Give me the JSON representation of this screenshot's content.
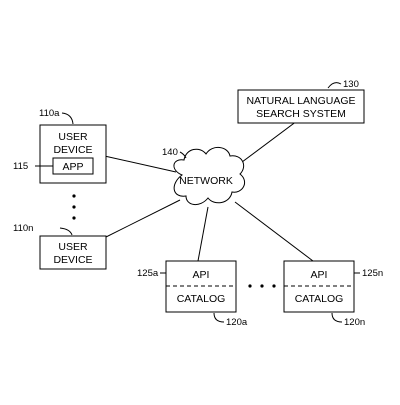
{
  "nodes": {
    "search_system": {
      "line1": "NATURAL LANGUAGE",
      "line2": "SEARCH SYSTEM",
      "ref": "130"
    },
    "network": {
      "label": "NETWORK",
      "ref": "140"
    },
    "user_device_a": {
      "line1": "USER",
      "line2": "DEVICE",
      "ref": "110a"
    },
    "app": {
      "label": "APP",
      "ref": "115"
    },
    "user_device_n": {
      "line1": "USER",
      "line2": "DEVICE",
      "ref": "110n"
    },
    "catalog_a": {
      "api": "API",
      "catalog": "CATALOG",
      "api_ref": "125a",
      "ref": "120a"
    },
    "catalog_n": {
      "api": "API",
      "catalog": "CATALOG",
      "api_ref": "125n",
      "ref": "120n"
    }
  }
}
